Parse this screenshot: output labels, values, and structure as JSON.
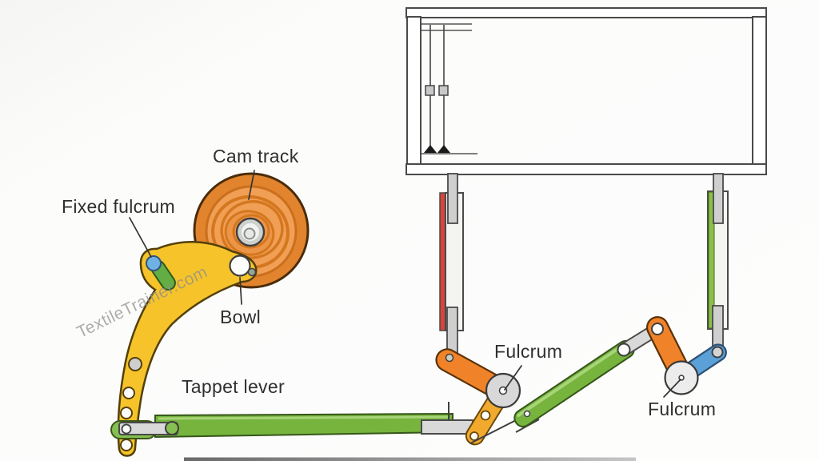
{
  "labels": {
    "cam_track": "Cam track",
    "fixed_fulcrum": "Fixed fulcrum",
    "bowl": "Bowl",
    "tappet_lever": "Tappet lever",
    "fulcrum_left": "Fulcrum",
    "fulcrum_right": "Fulcrum"
  },
  "watermark": "TextileTrainer.com",
  "colors": {
    "cam_orange_dark": "#e1842d",
    "cam_orange_light": "#f09f54",
    "cam_ring_line": "#d4771f",
    "lever_yellow": "#f6c42a",
    "link_green": "#76b43e",
    "link_green_light": "#a8d478",
    "link_orange": "#f08329",
    "link_blue": "#5ba1d8",
    "link_gold": "#f2aa2e",
    "rod_red_stripe": "#d6453a",
    "rod_green_stripe": "#8cc04a",
    "fixed_pivot_blue": "#6fb1e3",
    "fixed_pivot_green": "#63ad45",
    "metal_gray": "#d9d9d9",
    "outline_dark": "#3f3f3f",
    "label_text": "#2f2f2f",
    "watermark_gray": "#8e8e8e"
  }
}
